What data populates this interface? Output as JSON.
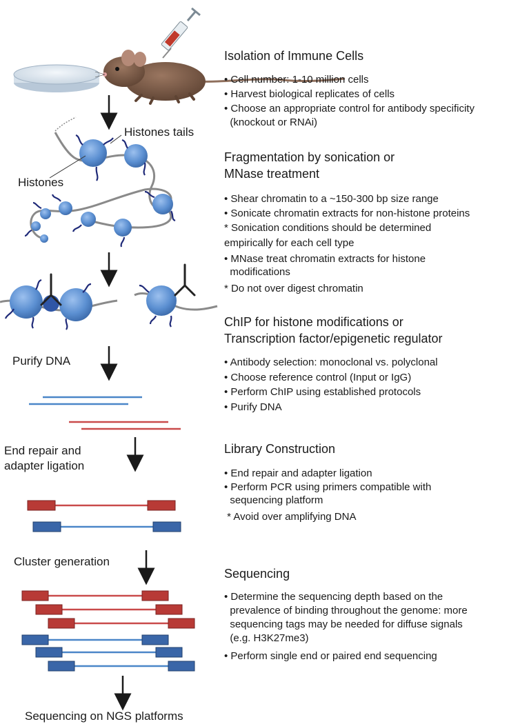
{
  "left_labels": {
    "histones_tails": "Histones tails",
    "histones": "Histones",
    "purify_dna": "Purify DNA",
    "end_repair_line1": "End repair and",
    "end_repair_line2": "adapter ligation",
    "cluster_generation": "Cluster generation",
    "sequencing_ngs": "Sequencing on NGS platforms"
  },
  "sections": {
    "isolation": {
      "title": "Isolation of Immune Cells",
      "items": [
        "• Cell number: 1-10 million cells",
        "• Harvest biological replicates of cells",
        "• Choose an appropriate control for antibody specificity",
        "  (knockout or RNAi)"
      ]
    },
    "fragmentation": {
      "title_line1": "Fragmentation by sonication or",
      "title_line2": "MNase treatment",
      "items": [
        "• Shear chromatin to a ~150-300 bp size range",
        "• Sonicate chromatin extracts for non-histone proteins",
        "* Sonication conditions should be determined",
        "empirically for each cell type",
        "• MNase treat chromatin extracts for histone",
        "  modifications",
        "* Do not over digest chromatin"
      ]
    },
    "chip": {
      "title_line1": "ChIP for histone modifications or",
      "title_line2": "Transcription factor/epigenetic regulator",
      "items": [
        "• Antibody selection: monoclonal vs. polyclonal",
        "• Choose reference control (Input or IgG)",
        "• Perform ChIP using established protocols",
        "• Purify DNA"
      ]
    },
    "library": {
      "title": "Library Construction",
      "items": [
        "• End repair and adapter ligation",
        "• Perform PCR using primers compatible with",
        "  sequencing platform",
        " * Avoid over amplifying DNA"
      ]
    },
    "sequencing": {
      "title": "Sequencing",
      "items": [
        "• Determine the sequencing depth based on the",
        "  prevalence of binding throughout the genome: more",
        "  sequencing tags may be needed for diffuse signals",
        "  (e.g. H3K27me3)",
        "• Perform single end or paired end sequencing"
      ]
    }
  },
  "colors": {
    "nucleosome_blue": "#5b8fd1",
    "tail_navy": "#1f2a78",
    "dna_red": "#c94a4a",
    "dna_blue": "#4a86c8",
    "adapter_red": "#b83a36",
    "adapter_blue": "#3a66a8",
    "mouse_brown": "#7a5a45"
  }
}
